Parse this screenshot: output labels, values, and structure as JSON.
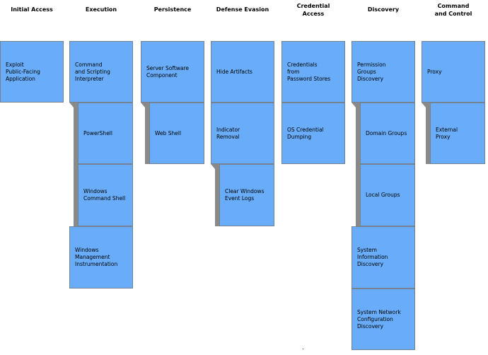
{
  "colors": {
    "cell_fill": "#69adfa",
    "cell_border": "#75828f",
    "connector_gray": "#8a8a8a",
    "text": "#000000",
    "background": "#ffffff"
  },
  "footer": {
    "stray_mark": "."
  },
  "columns": [
    {
      "header": "Initial Access",
      "cells": [
        {
          "label": "Exploit\nPublic-Facing\nApplication",
          "type": "technique"
        }
      ]
    },
    {
      "header": "Execution",
      "cells": [
        {
          "label": "Command\nand Scripting\nInterpreter",
          "type": "technique"
        },
        {
          "label": "PowerShell",
          "type": "sub-technique"
        },
        {
          "label": "Windows\nCommand Shell",
          "type": "sub-technique"
        },
        {
          "label": "Windows\nManagement\nInstrumentation",
          "type": "technique"
        }
      ]
    },
    {
      "header": "Persistence",
      "cells": [
        {
          "label": "Server Software\nComponent",
          "type": "technique"
        },
        {
          "label": "Web Shell",
          "type": "sub-technique"
        }
      ]
    },
    {
      "header": "Defense Evasion",
      "cells": [
        {
          "label": "Hide Artifacts",
          "type": "technique"
        },
        {
          "label": "Indicator\nRemoval",
          "type": "technique"
        },
        {
          "label": "Clear Windows\nEvent Logs",
          "type": "sub-technique"
        }
      ]
    },
    {
      "header": "Credential\nAccess",
      "cells": [
        {
          "label": "Credentials\nfrom\nPassword Stores",
          "type": "technique"
        },
        {
          "label": "OS Credential\nDumping",
          "type": "technique"
        }
      ]
    },
    {
      "header": "Discovery",
      "cells": [
        {
          "label": "Permission\nGroups\nDiscovery",
          "type": "technique"
        },
        {
          "label": "Domain Groups",
          "type": "sub-technique"
        },
        {
          "label": "Local Groups",
          "type": "sub-technique"
        },
        {
          "label": "System\nInformation\nDiscovery",
          "type": "technique"
        },
        {
          "label": "System Network\nConfiguration\nDiscovery",
          "type": "technique"
        }
      ]
    },
    {
      "header": "Command\nand Control",
      "cells": [
        {
          "label": "Proxy",
          "type": "technique"
        },
        {
          "label": "External\nProxy",
          "type": "sub-technique"
        }
      ]
    }
  ]
}
